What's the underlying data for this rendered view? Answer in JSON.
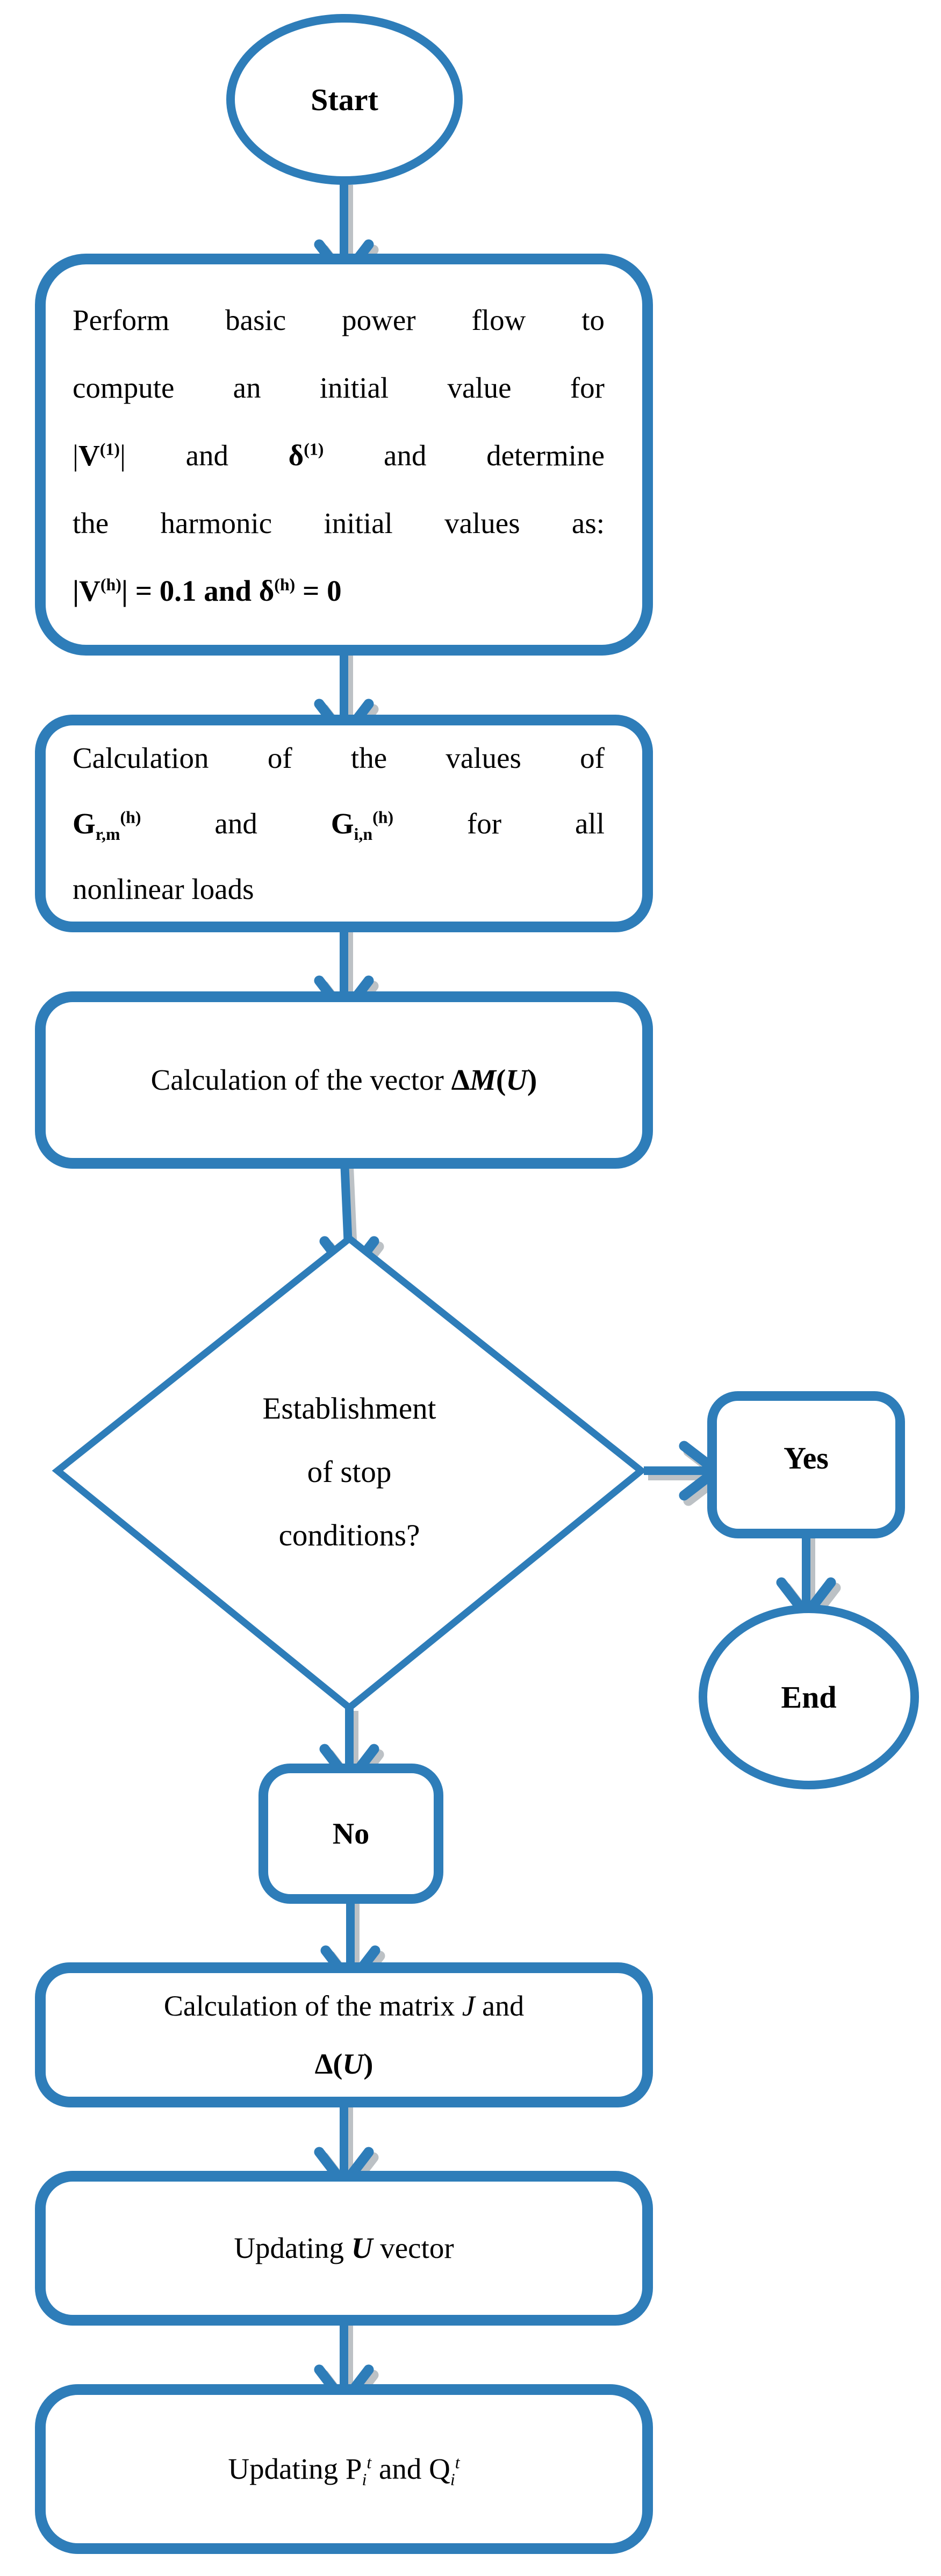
{
  "palette": {
    "accent": "#2e7db9",
    "arrow_shadow": "#8f989f",
    "text": "#000000",
    "background": "#ffffff"
  },
  "nodes": {
    "start": {
      "label": "Start"
    },
    "power_flow_box": {
      "lines": [
        [
          {
            "t": "Perform basic power flow to"
          }
        ],
        [
          {
            "t": "compute an initial value for"
          }
        ],
        [
          {
            "t": "|"
          },
          {
            "t": "V",
            "c": "b"
          },
          {
            "t": "(1)",
            "c": "b sup"
          },
          {
            "t": "|"
          },
          {
            "t": " and "
          },
          {
            "t": "δ",
            "c": "b"
          },
          {
            "t": "(1)",
            "c": "b sup"
          },
          {
            "t": " and determine"
          }
        ],
        [
          {
            "t": "the harmonic initial values as:"
          }
        ],
        [
          {
            "t": "|",
            "c": "b"
          },
          {
            "t": "V",
            "c": "b"
          },
          {
            "t": "(h)",
            "c": "b sup"
          },
          {
            "t": "| = 0.1 and ",
            "c": "b"
          },
          {
            "t": "δ",
            "c": "b"
          },
          {
            "t": "(h)",
            "c": "b sup"
          },
          {
            "t": " = 0",
            "c": "b"
          }
        ]
      ]
    },
    "g_values_box": {
      "lines": [
        [
          {
            "t": "Calculation of the values of"
          }
        ],
        [
          {
            "t": "G",
            "c": "b"
          },
          {
            "t": "r,m",
            "c": "b sub"
          },
          {
            "t": "(h)",
            "c": "b sup"
          },
          {
            "t": " and "
          },
          {
            "t": "G",
            "c": "b"
          },
          {
            "t": "i,n",
            "c": "b sub"
          },
          {
            "t": "(h)",
            "c": "b sup"
          },
          {
            "t": " for all"
          }
        ],
        [
          {
            "t": "nonlinear loads"
          }
        ]
      ]
    },
    "vector_box": {
      "lines": [
        [
          {
            "t": "Calculation of the vector "
          },
          {
            "t": "Δ",
            "c": "b"
          },
          {
            "t": "M",
            "c": "bi"
          },
          {
            "t": "(",
            "c": "b"
          },
          {
            "t": "U",
            "c": "bi"
          },
          {
            "t": ")",
            "c": "b"
          }
        ]
      ]
    },
    "decision": {
      "lines": [
        "Establishment",
        "of stop",
        "conditions?"
      ]
    },
    "yes": {
      "label": "Yes"
    },
    "end": {
      "label": "End"
    },
    "no": {
      "label": "No"
    },
    "matrix_box": {
      "lines": [
        [
          {
            "t": "Calculation of the matrix "
          },
          {
            "t": "J",
            "c": "i"
          },
          {
            "t": " and"
          }
        ],
        [
          {
            "t": "Δ(",
            "c": "b"
          },
          {
            "t": "U",
            "c": "bi"
          },
          {
            "t": ")",
            "c": "b"
          }
        ]
      ]
    },
    "update_u_box": {
      "lines": [
        [
          {
            "t": "Updating "
          },
          {
            "t": "U",
            "c": "bi"
          },
          {
            "t": " vector"
          }
        ]
      ]
    },
    "update_pq_box": {
      "lines": [
        [
          {
            "t": "Updating P"
          },
          {
            "t": "i",
            "c": "i sub"
          },
          {
            "t": "t",
            "c": "i sup"
          },
          {
            "t": " and Q"
          },
          {
            "t": "i",
            "c": "i sub"
          },
          {
            "t": "t",
            "c": "i sup"
          }
        ]
      ]
    }
  }
}
